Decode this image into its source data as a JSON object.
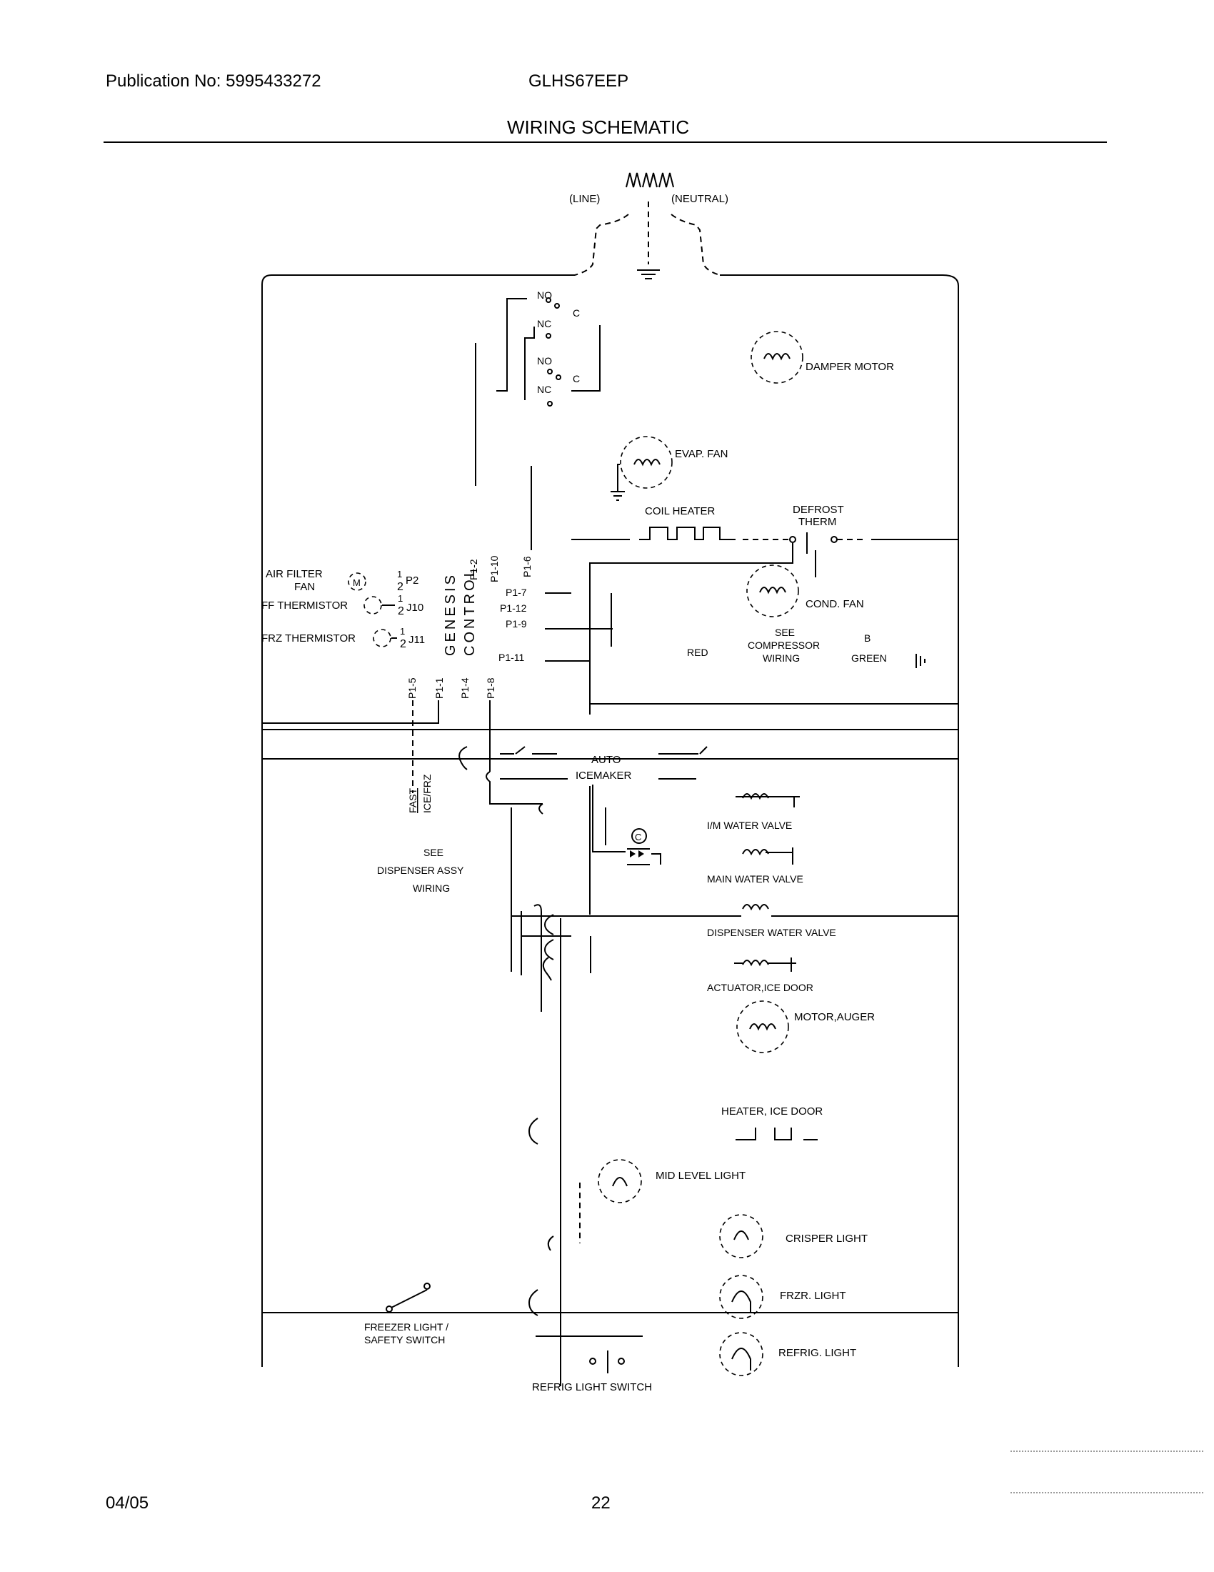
{
  "header": {
    "publication": "Publication No: 5995433272",
    "model": "GLHS67EEP",
    "title": "WIRING SCHEMATIC"
  },
  "footer": {
    "date": "04/05",
    "page": "22"
  },
  "labels": {
    "line": "(LINE)",
    "neutral": "(NEUTRAL)",
    "no1": "NO",
    "nc1": "NC",
    "c1": "C",
    "no2": "NO",
    "nc2": "NC",
    "c2": "C",
    "damper_motor": "DAMPER MOTOR",
    "evap_fan": "EVAP. FAN",
    "coil_heater": "COIL HEATER",
    "defrost_therm_1": "DEFROST",
    "defrost_therm_2": "THERM",
    "cond_fan": "COND. FAN",
    "see_comp_1": "SEE",
    "see_comp_2": "COMPRESSOR",
    "see_comp_3": "WIRING",
    "red": "RED",
    "b": "B",
    "green": "GREEN",
    "air_filter_1": "AIR FILTER",
    "air_filter_2": "FAN",
    "m": "M",
    "p2_num": "1",
    "p2_num2": "2",
    "p2": "P2",
    "ff_thermistor": "FF THERMISTOR",
    "j10_num": "1",
    "j10_num2": "2",
    "j10": "J10",
    "frz_thermistor": "FRZ THERMISTOR",
    "j11_num": "1",
    "j11_num2": "2",
    "j11": "J11",
    "genesis": "GENESIS",
    "control": "CONTROL",
    "p1_2": "P1-2",
    "p1_10": "P1-10",
    "p1_6": "P1-6",
    "p1_7": "P1-7",
    "p1_12": "P1-12",
    "p1_9": "P1-9",
    "p1_11": "P1-11",
    "p1_5": "P1-5",
    "p1_1": "P1-1",
    "p1_4": "P1-4",
    "p1_8": "P1-8",
    "fast": "FAST",
    "ice_frz": "ICE/FRZ",
    "auto": "AUTO",
    "icemaker": "ICEMAKER",
    "see_disp_1": "SEE",
    "see_disp_2": "DISPENSER ASSY",
    "see_disp_3": "WIRING",
    "im_water_valve": "I/M WATER VALVE",
    "main_water_valve": "MAIN WATER VALVE",
    "disp_water_valve": "DISPENSER WATER VALVE",
    "actuator_ice_door": "ACTUATOR,ICE DOOR",
    "motor_auger": "MOTOR,AUGER",
    "heater_ice_door": "HEATER, ICE DOOR",
    "mid_level_light": "MID LEVEL LIGHT",
    "crisper_light": "CRISPER LIGHT",
    "frzr_light": "FRZR. LIGHT",
    "refrig_light": "REFRIG. LIGHT",
    "freezer_switch_1": "FREEZER LIGHT /",
    "freezer_switch_2": "SAFETY SWITCH",
    "refrig_switch": "REFRIG LIGHT SWITCH",
    "c_symbol": "C"
  }
}
